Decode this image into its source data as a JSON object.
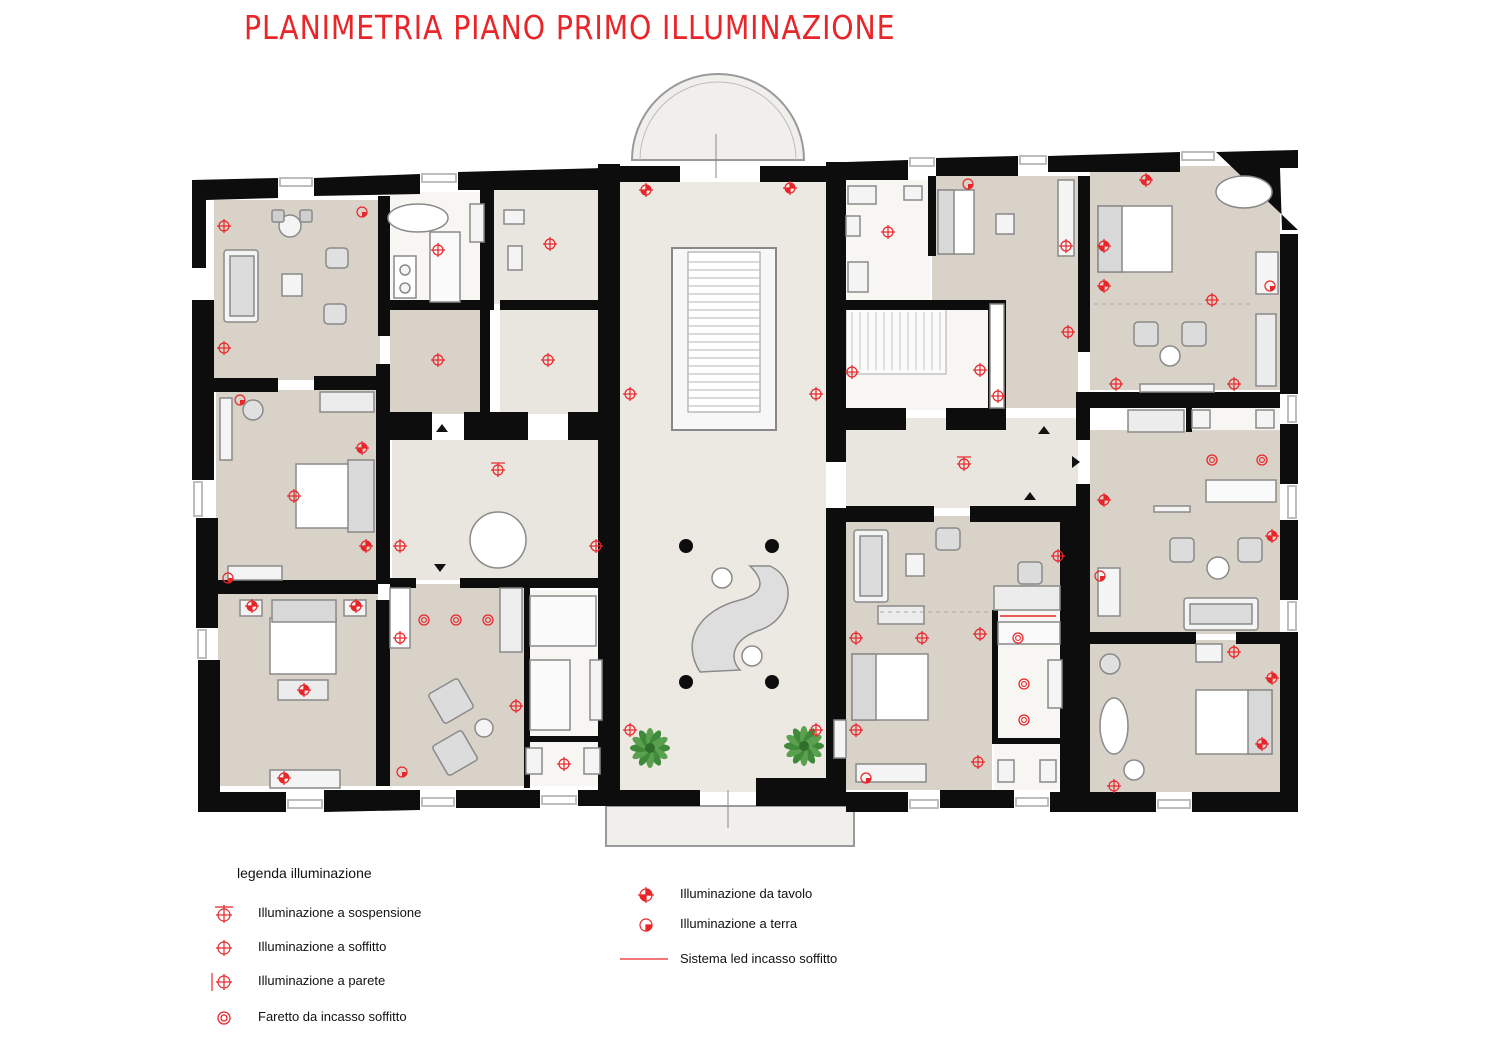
{
  "title": "PLANIMETRIA PIANO PRIMO  ILLUMINAZIONE",
  "colors": {
    "accent_red": "#e8262a",
    "wall": "#0d0d0d",
    "room_taupe": "#d9d2c9",
    "room_light": "#e9e5df",
    "corridor": "#ece8e2",
    "furniture": "#f4f4f4",
    "furniture_stroke": "#8a8a8a",
    "plant": "#3f8a3a"
  },
  "legend": {
    "heading": "legenda illuminazione",
    "items": [
      {
        "icon": "pendant-light-icon",
        "label": "Illuminazione a sospensione"
      },
      {
        "icon": "ceiling-light-icon",
        "label": "Illuminazione a soffitto"
      },
      {
        "icon": "wall-light-icon",
        "label": "Illuminazione a parete"
      },
      {
        "icon": "recessed-spotlight-icon",
        "label": "Faretto da incasso soffitto"
      },
      {
        "icon": "table-lamp-icon",
        "label": "Illuminazione da tavolo"
      },
      {
        "icon": "floor-lamp-icon",
        "label": "Illuminazione a terra"
      },
      {
        "icon": "led-strip-icon",
        "label": "Sistema led incasso soffitto"
      }
    ]
  }
}
